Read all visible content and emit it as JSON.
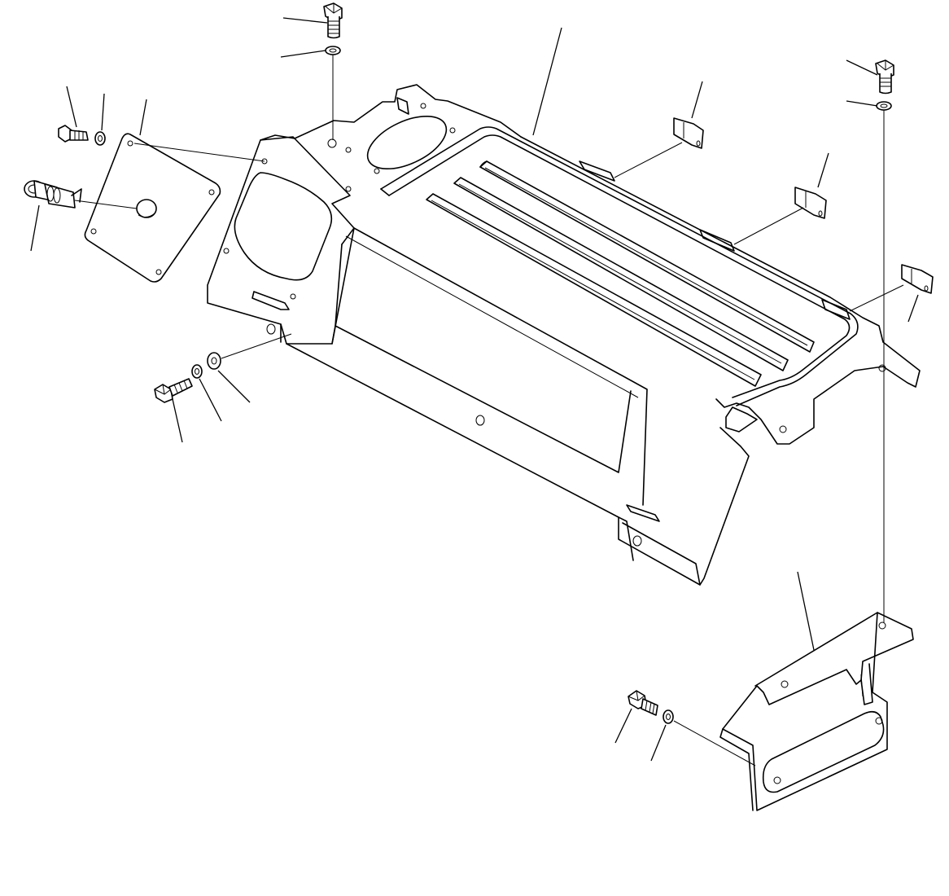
{
  "figure": {
    "kind": "exploded parts diagram",
    "labels": []
  },
  "colors": {
    "line": "#000000",
    "background": "#ffffff"
  },
  "parts": [
    {
      "name": "main-cover-panel",
      "icon": "sheet-metal-cover-icon"
    },
    {
      "name": "side-access-plate",
      "icon": "plate-icon"
    },
    {
      "name": "grommet",
      "icon": "grommet-icon"
    },
    {
      "name": "connector-fitting",
      "icon": "fitting-icon"
    },
    {
      "name": "clip-nut",
      "icon": "clip-icon"
    },
    {
      "name": "mounting-bracket",
      "icon": "bracket-icon"
    },
    {
      "name": "bolt",
      "icon": "bolt-icon"
    },
    {
      "name": "washer",
      "icon": "washer-icon"
    }
  ]
}
